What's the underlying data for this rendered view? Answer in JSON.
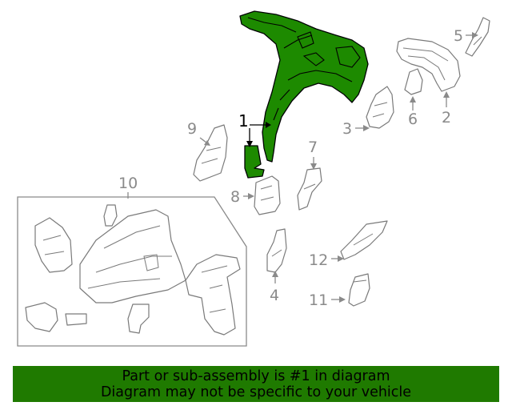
{
  "callouts": {
    "c1": "1",
    "c2": "2",
    "c3": "3",
    "c4": "4",
    "c5": "5",
    "c6": "6",
    "c7": "7",
    "c8": "8",
    "c9": "9",
    "c10": "10",
    "c11": "11",
    "c12": "12"
  },
  "banner": {
    "line1": "Part or sub-assembly is #1 in diagram",
    "line2": "Diagram may not be specific to your vehicle"
  },
  "colors": {
    "highlight_fill": "#1d8a00",
    "banner_bg": "#1f7a00",
    "line_gray": "#7a7a7a"
  }
}
